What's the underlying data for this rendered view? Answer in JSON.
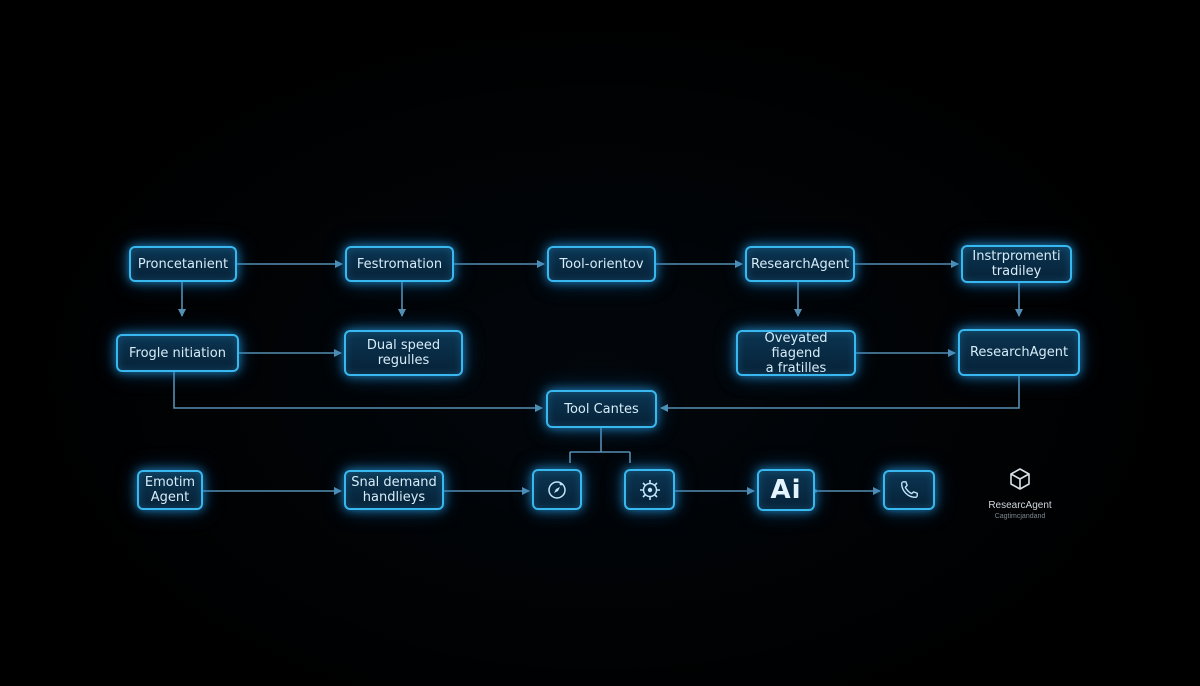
{
  "colors": {
    "background": "#000000",
    "node_border": "#39b8f0",
    "node_fill": "#0b3552",
    "connector": "#5f9fc6",
    "text": "#d6ecf8"
  },
  "diagram": {
    "row1": {
      "n1": "Proncetanient",
      "n2": "Festromation",
      "n3": "Tool-orientov",
      "n4": "ResearchAgent",
      "n5": "Instrpromenti\ntradiley"
    },
    "row2": {
      "n1": "Frogle nitiation",
      "n2": "Dual speed\nregulles",
      "n3": "Oveyated fiagend\na fratilles",
      "n4": "ResearchAgent"
    },
    "row3": {
      "hub": "Tool Cantes"
    },
    "row4": {
      "n1": "Emotim\nAgent",
      "n2": "Snal demand\nhandlieys",
      "icon1": "compass-icon",
      "icon2": "gear-icon",
      "ai_text": "Ai",
      "icon4": "phone-icon"
    },
    "brand": {
      "icon": "cube-logo-icon",
      "title": "ResearcAgent",
      "subtitle": "Cagtimcjandand"
    }
  }
}
